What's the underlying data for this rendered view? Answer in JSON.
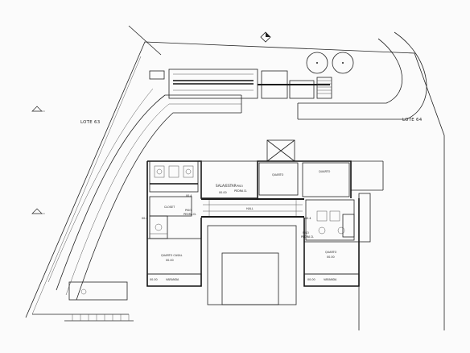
{
  "labels": {
    "lot_left": "LOTE 63",
    "lot_right": "LOTE 64",
    "room_living": "SALA/ESTAR",
    "room_living_area": "00.00",
    "room_living_note_1": "PISO",
    "room_living_note_2": "PEDRA D.",
    "room_quarto_top_left": "QUARTO",
    "room_quarto_top_right": "QUARTO",
    "room_hall": "HALL",
    "room_closet": "CLOSET",
    "room_master": "QUARTO CASAL",
    "room_master_area": "00.00",
    "room_master_small_1": "00.00",
    "room_master_small_2": "VARANDA",
    "room_quarto_right": "QUARTO",
    "room_quarto_right_area": "00.00",
    "room_right_small_1": "00.00",
    "room_right_small_2": "VARANDA",
    "note_left_1": "PISO",
    "note_left_2": "PEDRA D.",
    "note_right_1": "PISO",
    "note_right_2": "PEDRA D.",
    "level_1": "00.4",
    "level_2": "00.4",
    "level_3": "00.4"
  }
}
